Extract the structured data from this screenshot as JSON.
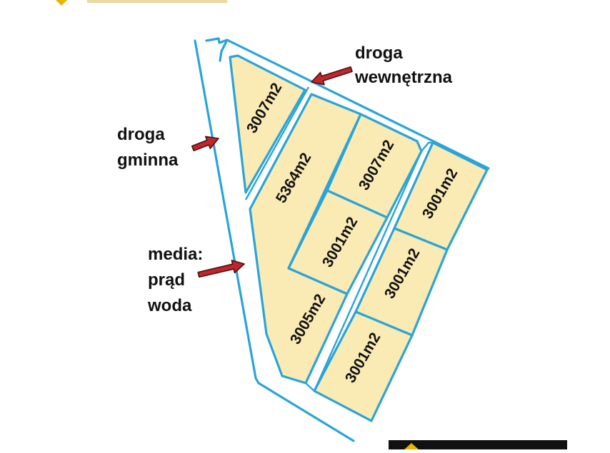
{
  "colors": {
    "background": "#ffffff",
    "parcel_fill": "#faeab4",
    "road_outline": "#2aa4d8",
    "parcel_border": "#2aa4d8",
    "arrow_body": "#c0262b",
    "arrow_edge": "#4a1010",
    "text": "#111111",
    "logo_bar": "#111111",
    "logo_accent": "#e8b400"
  },
  "plots": [
    {
      "id": "p1",
      "label": "3007m2"
    },
    {
      "id": "p2",
      "label": "5364m2"
    },
    {
      "id": "p3",
      "label": "3007m2"
    },
    {
      "id": "p4",
      "label": "3001m2"
    },
    {
      "id": "p5",
      "label": "3005m2"
    },
    {
      "id": "p6",
      "label": "3001m2"
    },
    {
      "id": "p7",
      "label": "3001m2"
    },
    {
      "id": "p8",
      "label": "3001m2"
    }
  ],
  "annotations": {
    "internal_road": [
      "droga",
      "wewnętrzna"
    ],
    "municipal_road": [
      "droga",
      "gminna"
    ],
    "utilities": [
      "media:",
      "prąd",
      "woda"
    ]
  },
  "arrows": {
    "internal_road_icon": "arrow-left-icon",
    "municipal_road_icon": "arrow-left-icon",
    "utilities_icon": "arrow-left-icon"
  },
  "logo_icon": "agency-logo-icon"
}
